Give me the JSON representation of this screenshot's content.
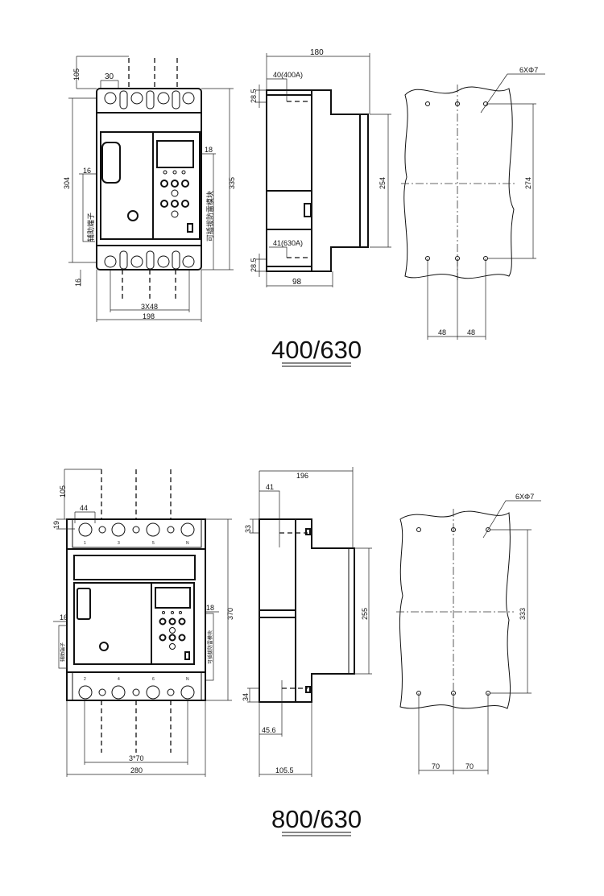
{
  "section_400": {
    "title": "400/630",
    "front": {
      "dim_top_extension": "105",
      "dim_terminal_width": "30",
      "dim_height_inner": "304",
      "dim_aux_offset": "16",
      "dim_total_height": "335",
      "dim_module_offset": "18",
      "dim_bottom_offset": "16",
      "dim_pole_spacing": "3X48",
      "dim_total_width": "198",
      "label_aux_terminal": "辅助端子",
      "label_surge_module": "可插拔防雷模块"
    },
    "side": {
      "dim_depth": "180",
      "dim_top_busbar": "40(400A)",
      "dim_top_offset": "28.5",
      "dim_flange_height": "254",
      "dim_bottom_busbar": "41(630A)",
      "dim_bottom_offset": "28.5",
      "dim_body_depth": "98"
    },
    "mounting": {
      "hole_label": "6XΦ7",
      "dim_hole_vertical": "274",
      "dim_hole_left": "48",
      "dim_hole_right": "48"
    }
  },
  "section_800": {
    "title": "800/630",
    "front": {
      "dim_top_extension": "105",
      "dim_terminal_width": "44",
      "dim_terminal_offset": "19",
      "dim_aux_offset": "16",
      "dim_module_offset": "18",
      "dim_total_height": "370",
      "dim_pole_spacing": "3*70",
      "dim_total_width": "280",
      "label_aux_terminal": "辅助端子",
      "label_surge_module": "可插拔防雷模块",
      "terminal_labels_top": [
        "1",
        "3",
        "5",
        "N"
      ],
      "terminal_labels_bottom": [
        "2",
        "4",
        "6",
        "N"
      ]
    },
    "side": {
      "dim_depth": "196",
      "dim_top_busbar": "41",
      "dim_top_offset": "33",
      "dim_flange_height": "255",
      "dim_bottom_offset": "34",
      "dim_bottom_busbar": "45.6",
      "dim_body_depth": "105.5"
    },
    "mounting": {
      "hole_label": "6XΦ7",
      "dim_hole_vertical": "333",
      "dim_hole_left": "70",
      "dim_hole_right": "70"
    }
  }
}
